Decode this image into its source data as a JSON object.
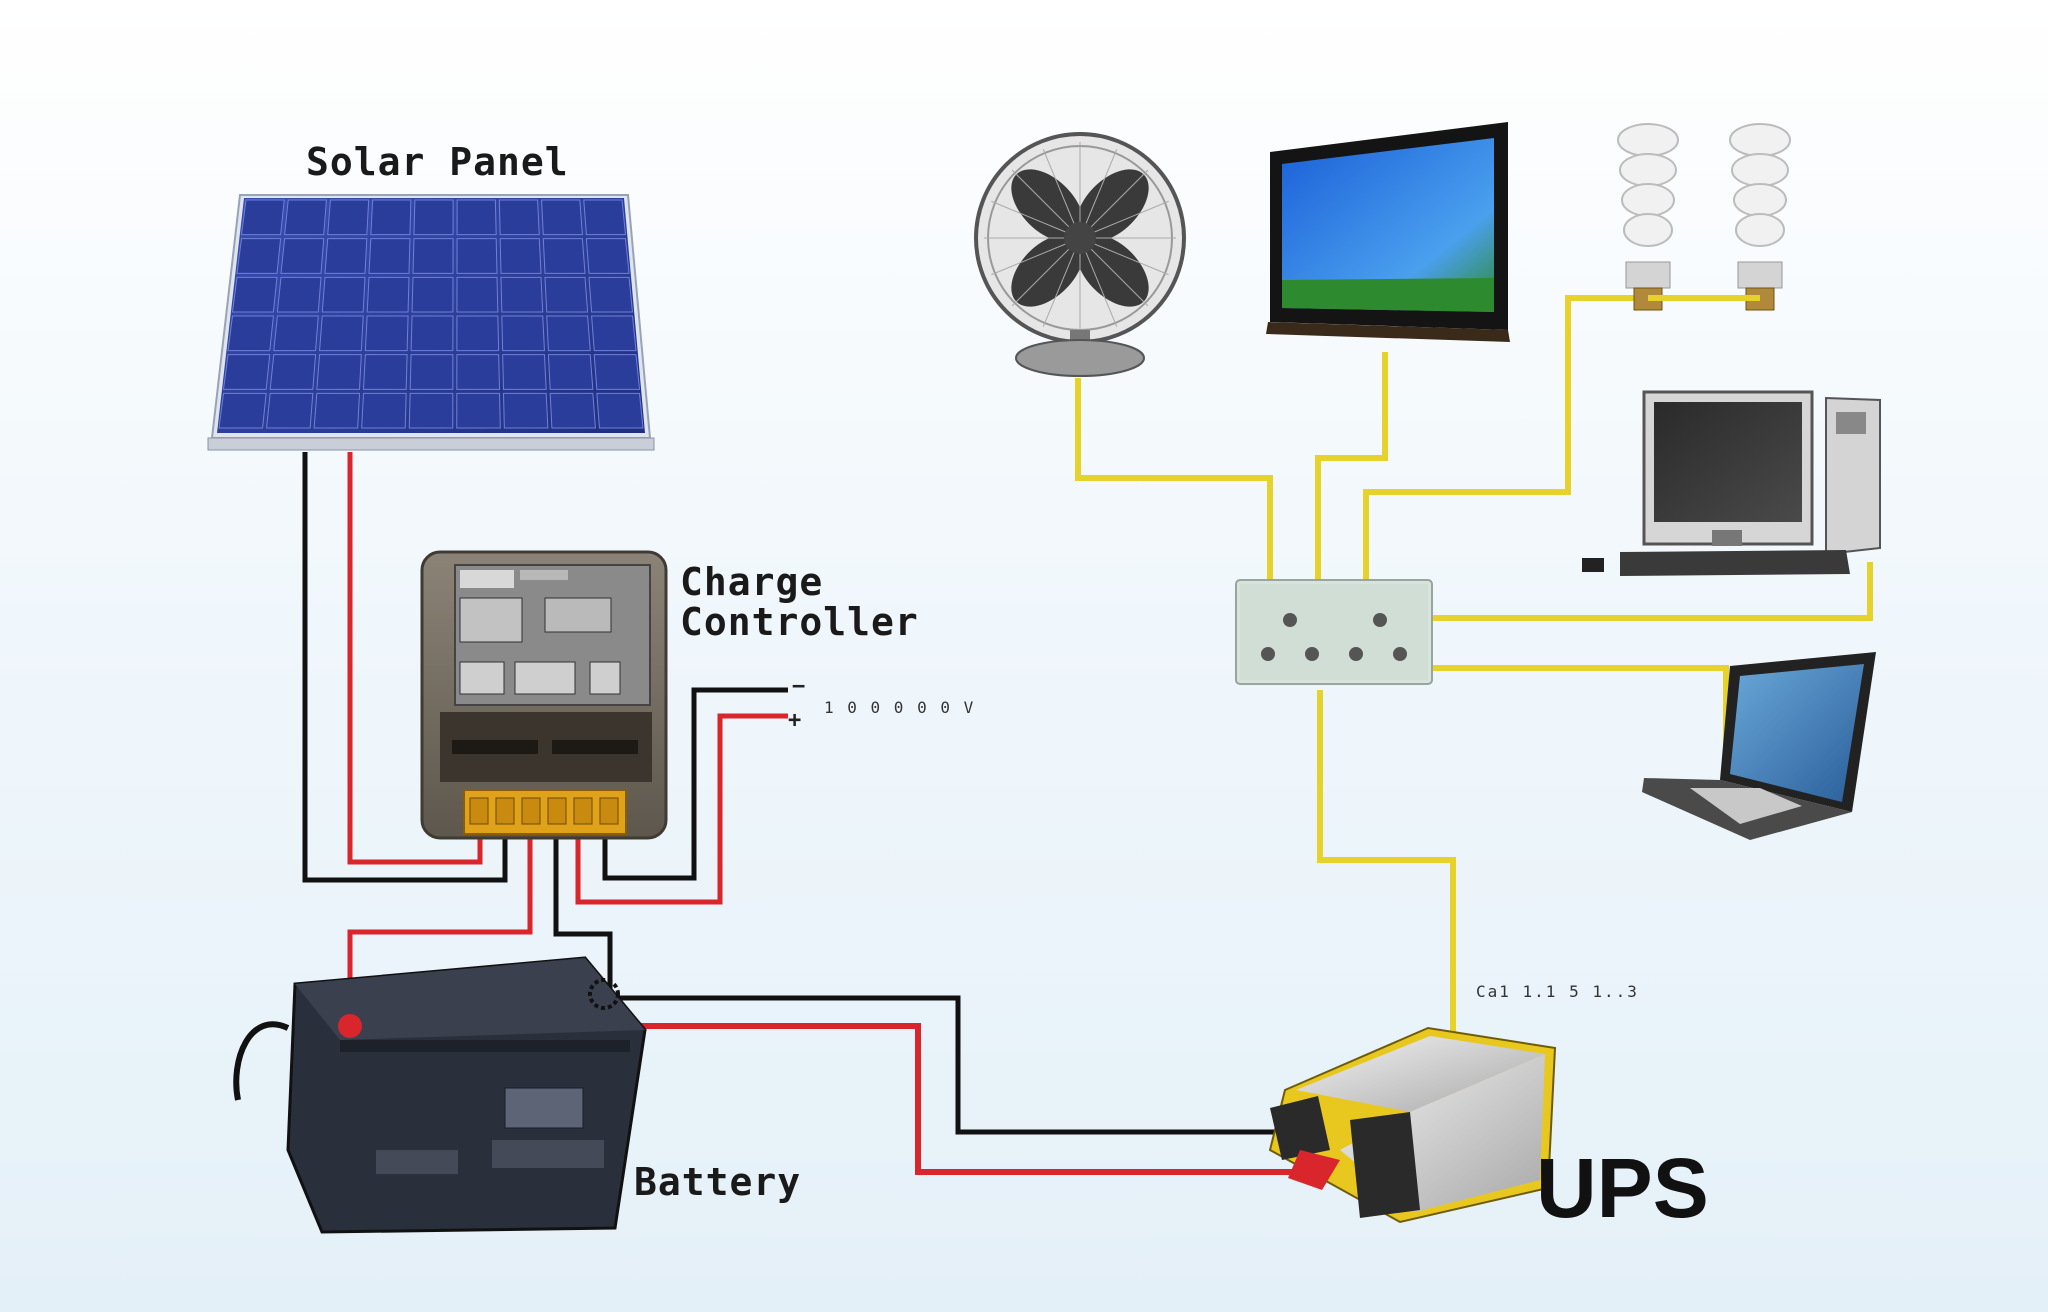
{
  "labels": {
    "solar_panel": "Solar Panel",
    "charge_controller_line1": "Charge",
    "charge_controller_line2": "Controller",
    "battery": "Battery",
    "ups": "UPS",
    "controller_output_note": "1 0 0 0 0 0 V",
    "ups_note": "Ca1 1.1 5 1..3",
    "terminal_minus": "−",
    "terminal_plus": "+"
  },
  "colors": {
    "wire_positive": "#d9262c",
    "wire_negative": "#111111",
    "wire_ac": "#e6d22a",
    "panel_blue": "#2c3f9a",
    "ups_yellow": "#e8c81e"
  },
  "icons": [
    "solar-panel-icon",
    "charge-controller-icon",
    "battery-icon",
    "ups-icon",
    "fan-icon",
    "tv-icon",
    "bulb-icon",
    "desktop-computer-icon",
    "laptop-icon",
    "distribution-box-icon"
  ]
}
